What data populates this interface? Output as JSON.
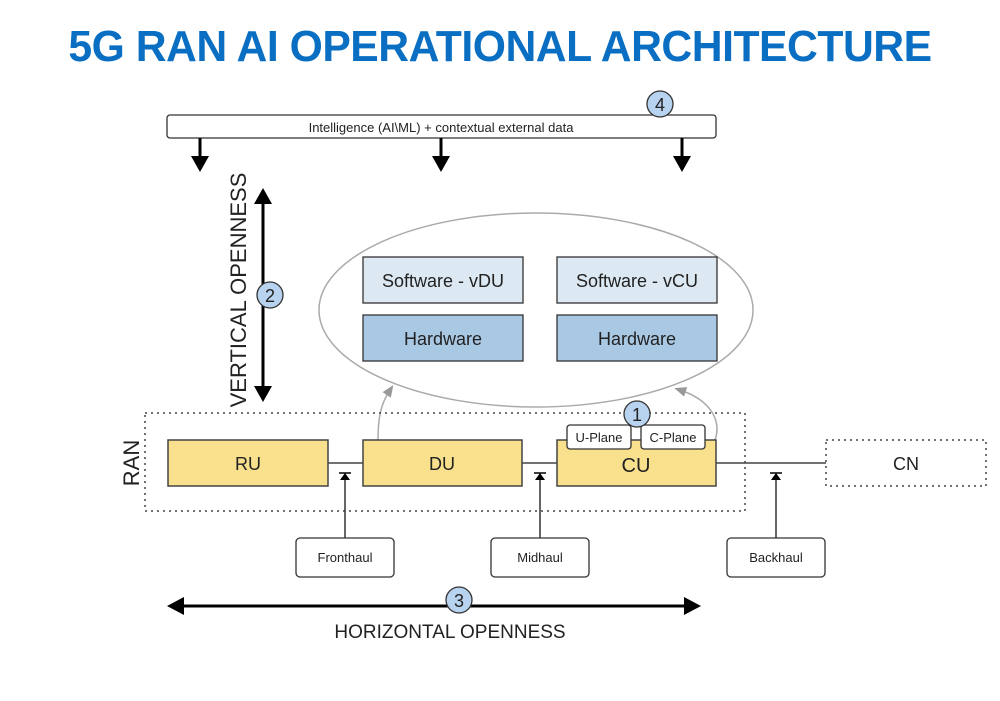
{
  "title": "5G RAN AI OPERATIONAL ARCHITECTURE",
  "colors": {
    "title": "#0a6fc2",
    "node_fill": "#f9e08c",
    "software_fill": "#dde9f2",
    "hardware_fill": "#a9c8e4",
    "badge_fill": "#b8d3ef"
  },
  "intelligence_bar": {
    "label": "Intelligence (AI\\ML) + contextual external data",
    "badge": "4"
  },
  "vertical": {
    "label": "VERTICAL OPENNESS",
    "badge": "2"
  },
  "horizontal": {
    "label": "HORIZONTAL OPENNESS",
    "badge": "3"
  },
  "virtualization": {
    "du_software": "Software - vDU",
    "du_hardware": "Hardware",
    "cu_software": "Software - vCU",
    "cu_hardware": "Hardware"
  },
  "ran": {
    "label": "RAN",
    "nodes": {
      "ru": "RU",
      "du": "DU",
      "cu": "CU"
    },
    "planes": {
      "u_plane": "U-Plane",
      "c_plane": "C-Plane"
    },
    "badge": "1"
  },
  "core": {
    "label": "CN"
  },
  "transport": {
    "fronthaul": "Fronthaul",
    "midhaul": "Midhaul",
    "backhaul": "Backhaul"
  }
}
